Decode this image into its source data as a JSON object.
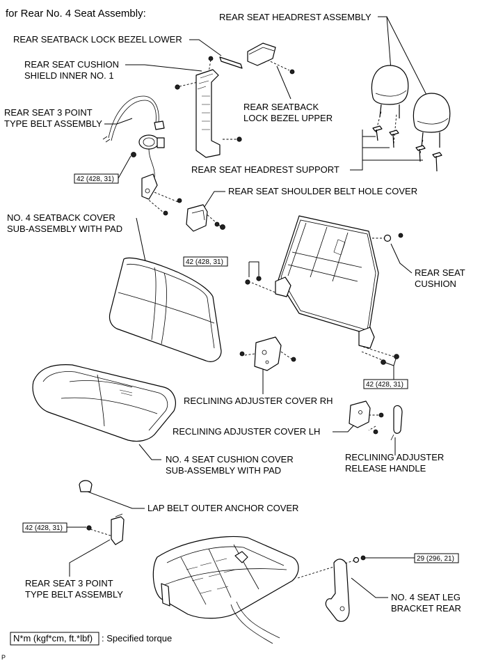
{
  "heading": "for Rear No. 4 Seat Assembly:",
  "labels": {
    "headrest_assembly": "REAR SEAT HEADREST ASSEMBLY",
    "lock_bezel_lower": "REAR SEATBACK LOCK BEZEL LOWER",
    "cushion_shield_l1": "REAR SEAT CUSHION",
    "cushion_shield_l2": "SHIELD INNER NO. 1",
    "belt_top_l1": "REAR SEAT 3 POINT",
    "belt_top_l2": "TYPE BELT ASSEMBLY",
    "lock_bezel_upper_l1": "REAR SEATBACK",
    "lock_bezel_upper_l2": "LOCK BEZEL UPPER",
    "headrest_support": "REAR SEAT HEADREST SUPPORT",
    "shoulder_belt_hole_cover": "REAR SEAT SHOULDER BELT HOLE COVER",
    "seatback_cover_l1": "NO. 4 SEATBACK COVER",
    "seatback_cover_l2": "SUB-ASSEMBLY WITH PAD",
    "rear_seat_cushion_l1": "REAR SEAT",
    "rear_seat_cushion_l2": "CUSHION",
    "recliner_cover_rh": "RECLINING ADJUSTER COVER RH",
    "recliner_cover_lh": "RECLINING ADJUSTER COVER LH",
    "release_handle_l1": "RECLINING ADJUSTER",
    "release_handle_l2": "RELEASE HANDLE",
    "seat_cushion_cover_l1": "NO. 4 SEAT CUSHION COVER",
    "seat_cushion_cover_l2": "SUB-ASSEMBLY WITH PAD",
    "lap_belt_cover": "LAP BELT OUTER ANCHOR COVER",
    "belt_bottom_l1": "REAR SEAT 3 POINT",
    "belt_bottom_l2": "TYPE BELT ASSEMBLY",
    "leg_bracket_l1": "NO. 4 SEAT LEG",
    "leg_bracket_l2": "BRACKET REAR"
  },
  "torque": {
    "belt_top": "42 (428, 31)",
    "frame_left": "42 (428, 31)",
    "frame_right": "42 (428, 31)",
    "belt_bottom": "42 (428, 31)",
    "leg_bracket": "29 (296, 21)"
  },
  "legend": {
    "unit": "N*m (kgf*cm, ft.*lbf)",
    "text": ": Specified torque"
  },
  "figure_code": "P"
}
